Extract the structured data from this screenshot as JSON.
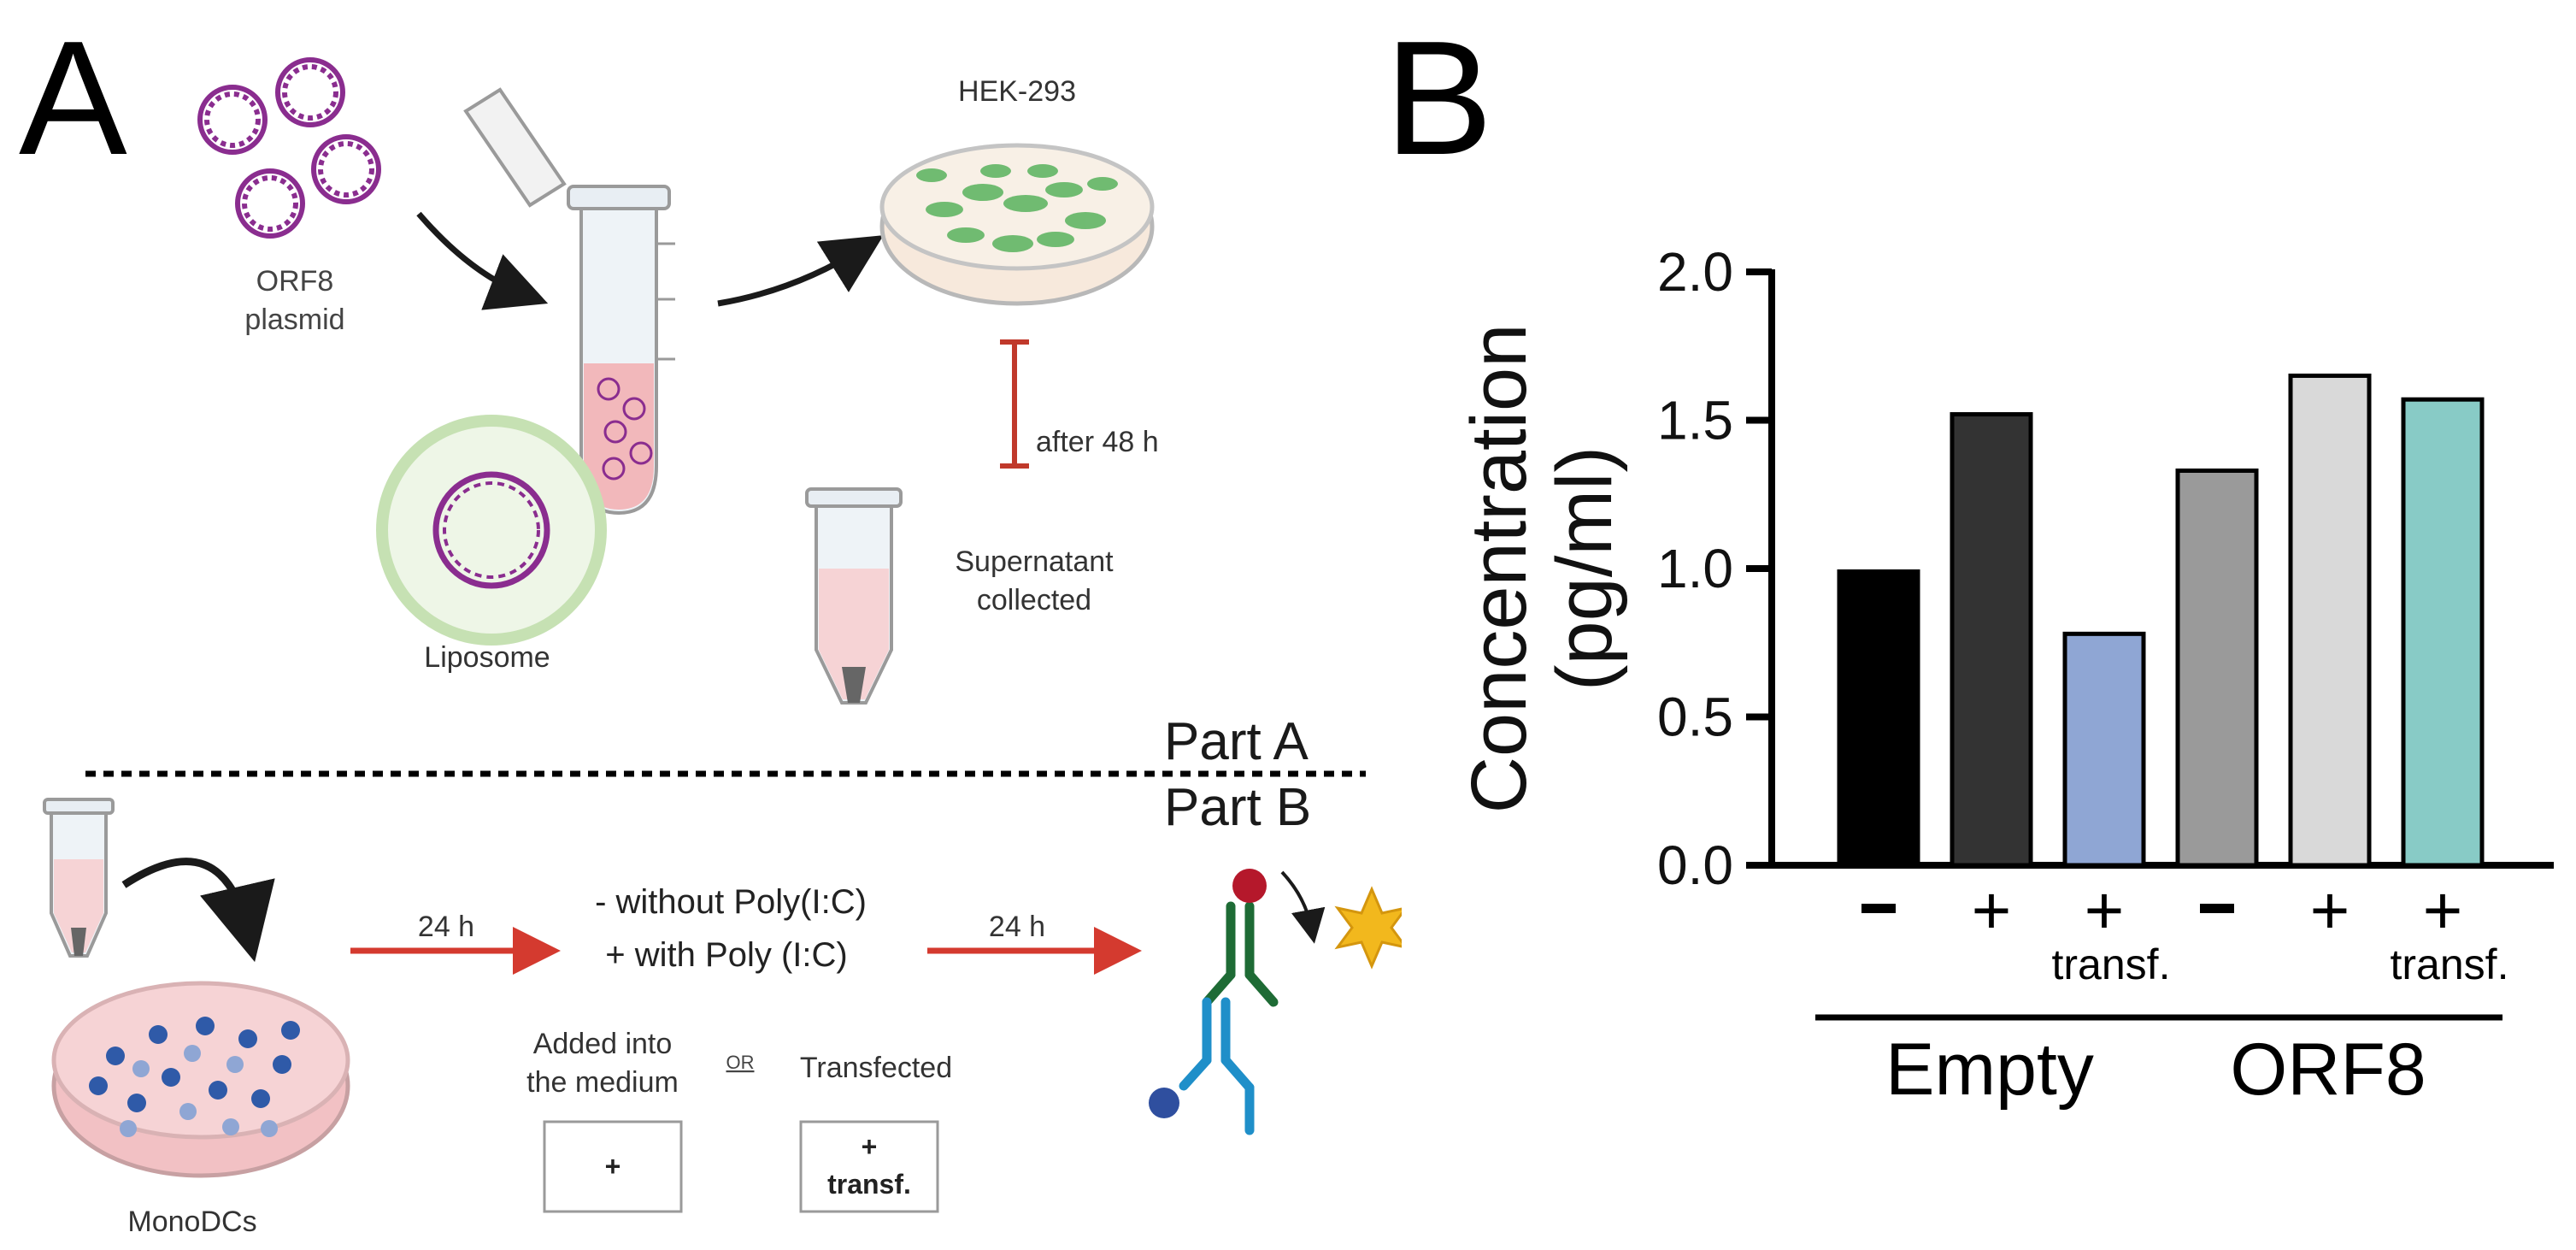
{
  "panel_a": {
    "letter": "A",
    "plasmid_label_line1": "ORF8",
    "plasmid_label_line2": "plasmid",
    "liposome_label": "Liposome",
    "cell_line_label": "HEK-293",
    "incubation_label": "after 48 h",
    "supernatant_line1": "Supernatant",
    "supernatant_line2": "collected",
    "part_a_label": "Part A",
    "part_b_label": "Part B",
    "first_time_label": "24 h",
    "second_time_label": "24 h",
    "condition_without": "- without Poly(I:C)",
    "condition_with": "+ with Poly (I:C)",
    "added_line1": "Added into",
    "added_line2": "the medium",
    "or_label": "OR",
    "transfected_label": "Transfected",
    "box_plus_label": "+",
    "box_transf_line1": "+",
    "box_transf_line2": "transf.",
    "monodcs_label": "MonoDCs"
  },
  "colors": {
    "plasmid_purple": "#8a2d8f",
    "arrow_red": "#d43a2f",
    "culture_green": "#4fae55",
    "dish_pink": "#f2b8bb",
    "cell_blue": "#2f5aa8",
    "antibody_green": "#1e6b35",
    "antibody_blue": "#1f8fc9",
    "antigen_red": "#b5182b",
    "signal_star": "#f2b81d"
  },
  "panel_b": {
    "letter": "B"
  },
  "chart_data": {
    "type": "bar",
    "ylabel_line1": "Concentration",
    "ylabel_line2": "(pg/ml)",
    "ylim": [
      0,
      2.0
    ],
    "yticks": [
      "0.0",
      "0.5",
      "1.0",
      "1.5",
      "2.0"
    ],
    "ytick_values": [
      0,
      0.5,
      1.0,
      1.5,
      2.0
    ],
    "grid": false,
    "categories": [
      "-",
      "+",
      "+",
      "-",
      "+",
      "+"
    ],
    "category_sublabels": [
      "",
      "",
      "transf.",
      "",
      "",
      "transf."
    ],
    "values": [
      0.99,
      1.52,
      0.78,
      1.33,
      1.65,
      1.57
    ],
    "bar_colors": [
      "#000000",
      "#333333",
      "#8fa6d4",
      "#9a9a9a",
      "#d9d9d9",
      "#88cbc6"
    ],
    "groups": [
      {
        "name": "Empty",
        "start": 0,
        "end": 2
      },
      {
        "name": "ORF8",
        "start": 3,
        "end": 5
      }
    ]
  }
}
